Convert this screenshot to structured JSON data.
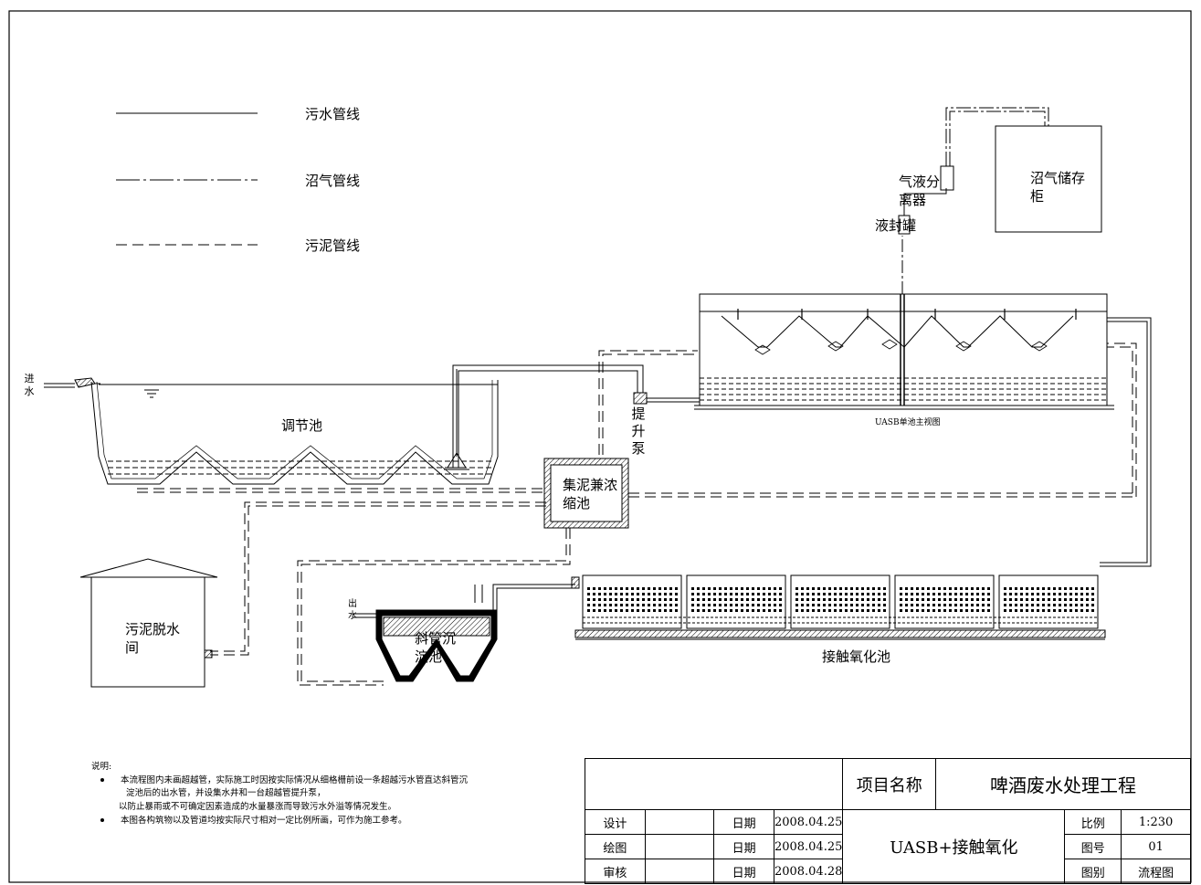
{
  "legend": [
    {
      "label": "污水管线",
      "style": "solid"
    },
    {
      "label": "沼气管线",
      "style": "dash-dot"
    },
    {
      "label": "污泥管线",
      "style": "dashed"
    }
  ],
  "units": {
    "inlet": "进水",
    "regulating_tank": "调节池",
    "lift_pump": "提升泵",
    "sludge_thickener": "集泥兼浓缩池",
    "uasb_caption": "UASB单池主视图",
    "gas_liquid_separator": "气液分离器",
    "water_seal_tank": "液封罐",
    "biogas_storage": "沼气储存柜",
    "contact_oxidation": "接触氧化池",
    "inclined_tube_settler": "斜管沉淀池",
    "outlet": "出水",
    "sludge_dewatering": "污泥脱水间"
  },
  "notes": {
    "title": "说明:",
    "line1": "本流程图内未画超越管，实际施工时因按实际情况从细格栅前设一条超越污水管直达斜管沉",
    "line2": "淀池后的出水管，并设集水井和一台超越管提升泵，",
    "line3": "以防止暴雨或不可确定因素造成的水量暴涨而导致污水外溢等情况发生。",
    "line4": "本图各构筑物以及管道均按实际尺寸相对一定比例所画，可作为施工参考。"
  },
  "title_block": {
    "project_label": "项目名称",
    "project_name": "啤酒废水处理工程",
    "rows": [
      {
        "role": "设计",
        "date_label": "日期",
        "date": "2008.04.25"
      },
      {
        "role": "绘图",
        "date_label": "日期",
        "date": "2008.04.25"
      },
      {
        "role": "审核",
        "date_label": "日期",
        "date": "2008.04.28"
      }
    ],
    "drawing_title": "UASB+接触氧化",
    "scale_label": "比例",
    "scale": "1:230",
    "number_label": "图号",
    "number": "01",
    "type_label": "图别",
    "type": "流程图"
  }
}
